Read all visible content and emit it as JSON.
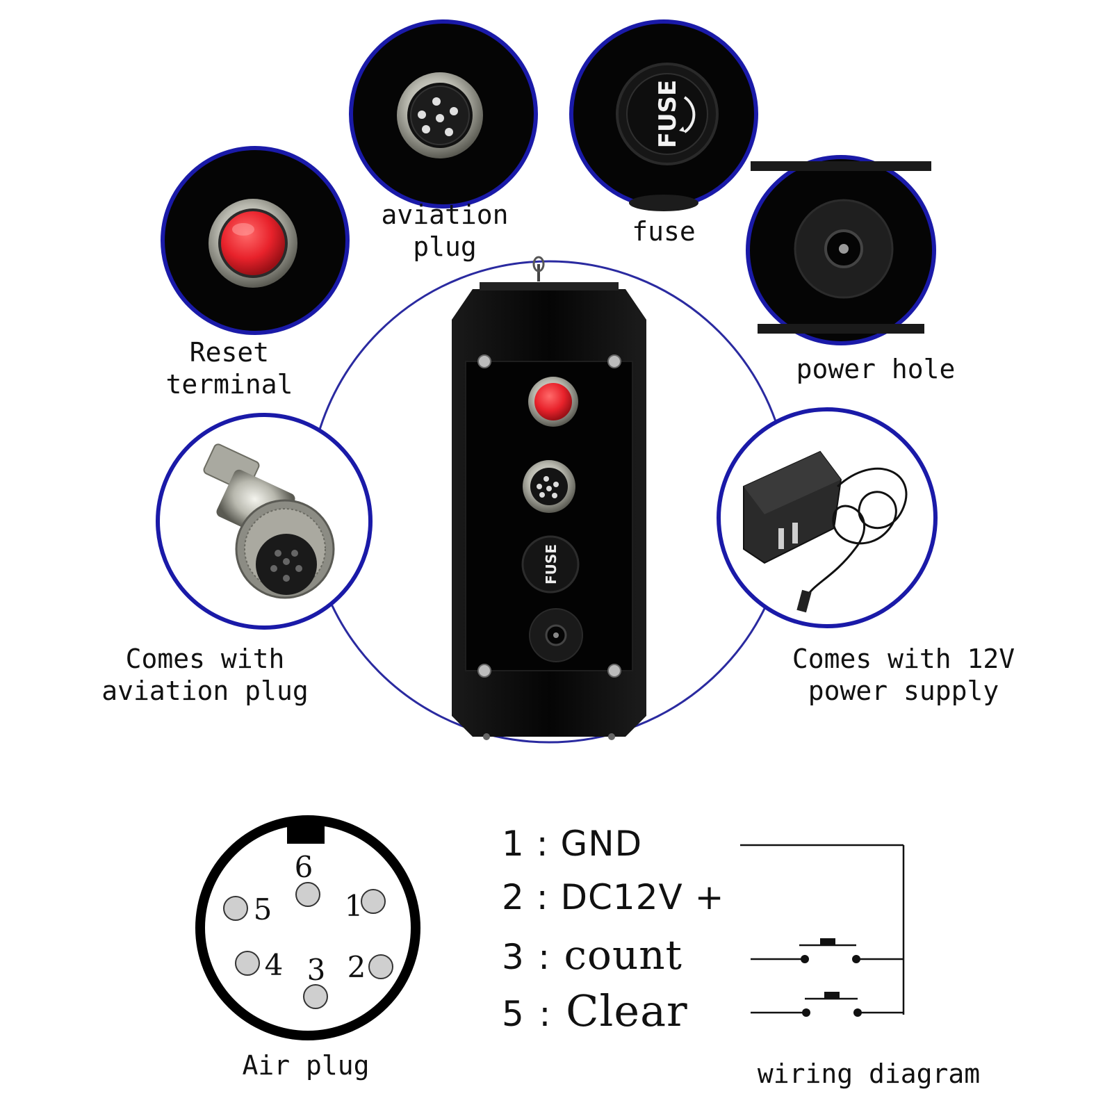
{
  "callouts": {
    "aviation_plug": {
      "line1": "aviation",
      "line2": "plug"
    },
    "fuse": {
      "text": "fuse"
    },
    "reset": {
      "line1": "Reset",
      "line2": "terminal"
    },
    "power_hole": {
      "text": "power hole"
    },
    "comes_plug": {
      "line1": "Comes with",
      "line2": "aviation plug"
    },
    "comes_supply": {
      "line1": "Comes with 12V",
      "line2": "power supply"
    }
  },
  "device": {
    "fuse_text": "FUSE"
  },
  "air_plug": {
    "title": "Air plug",
    "pins": [
      {
        "label": "6"
      },
      {
        "label": "5"
      },
      {
        "label": "1"
      },
      {
        "label": "4"
      },
      {
        "label": "3"
      },
      {
        "label": "2"
      }
    ]
  },
  "wiring": {
    "title": "wiring diagram",
    "pin_rows": [
      {
        "num": "1",
        "sep": ":",
        "name": "GND"
      },
      {
        "num": "2",
        "sep": ":",
        "name": "DC12V +"
      },
      {
        "num": "3",
        "sep": ":",
        "name": "count"
      },
      {
        "num": "5",
        "sep": ":",
        "name": "Clear"
      }
    ]
  },
  "colors": {
    "ring_blue": "#1a1aa8",
    "reset_red": "#e8222b",
    "device_black": "#0b0b0b",
    "pin_gray": "#c8c8c8"
  }
}
